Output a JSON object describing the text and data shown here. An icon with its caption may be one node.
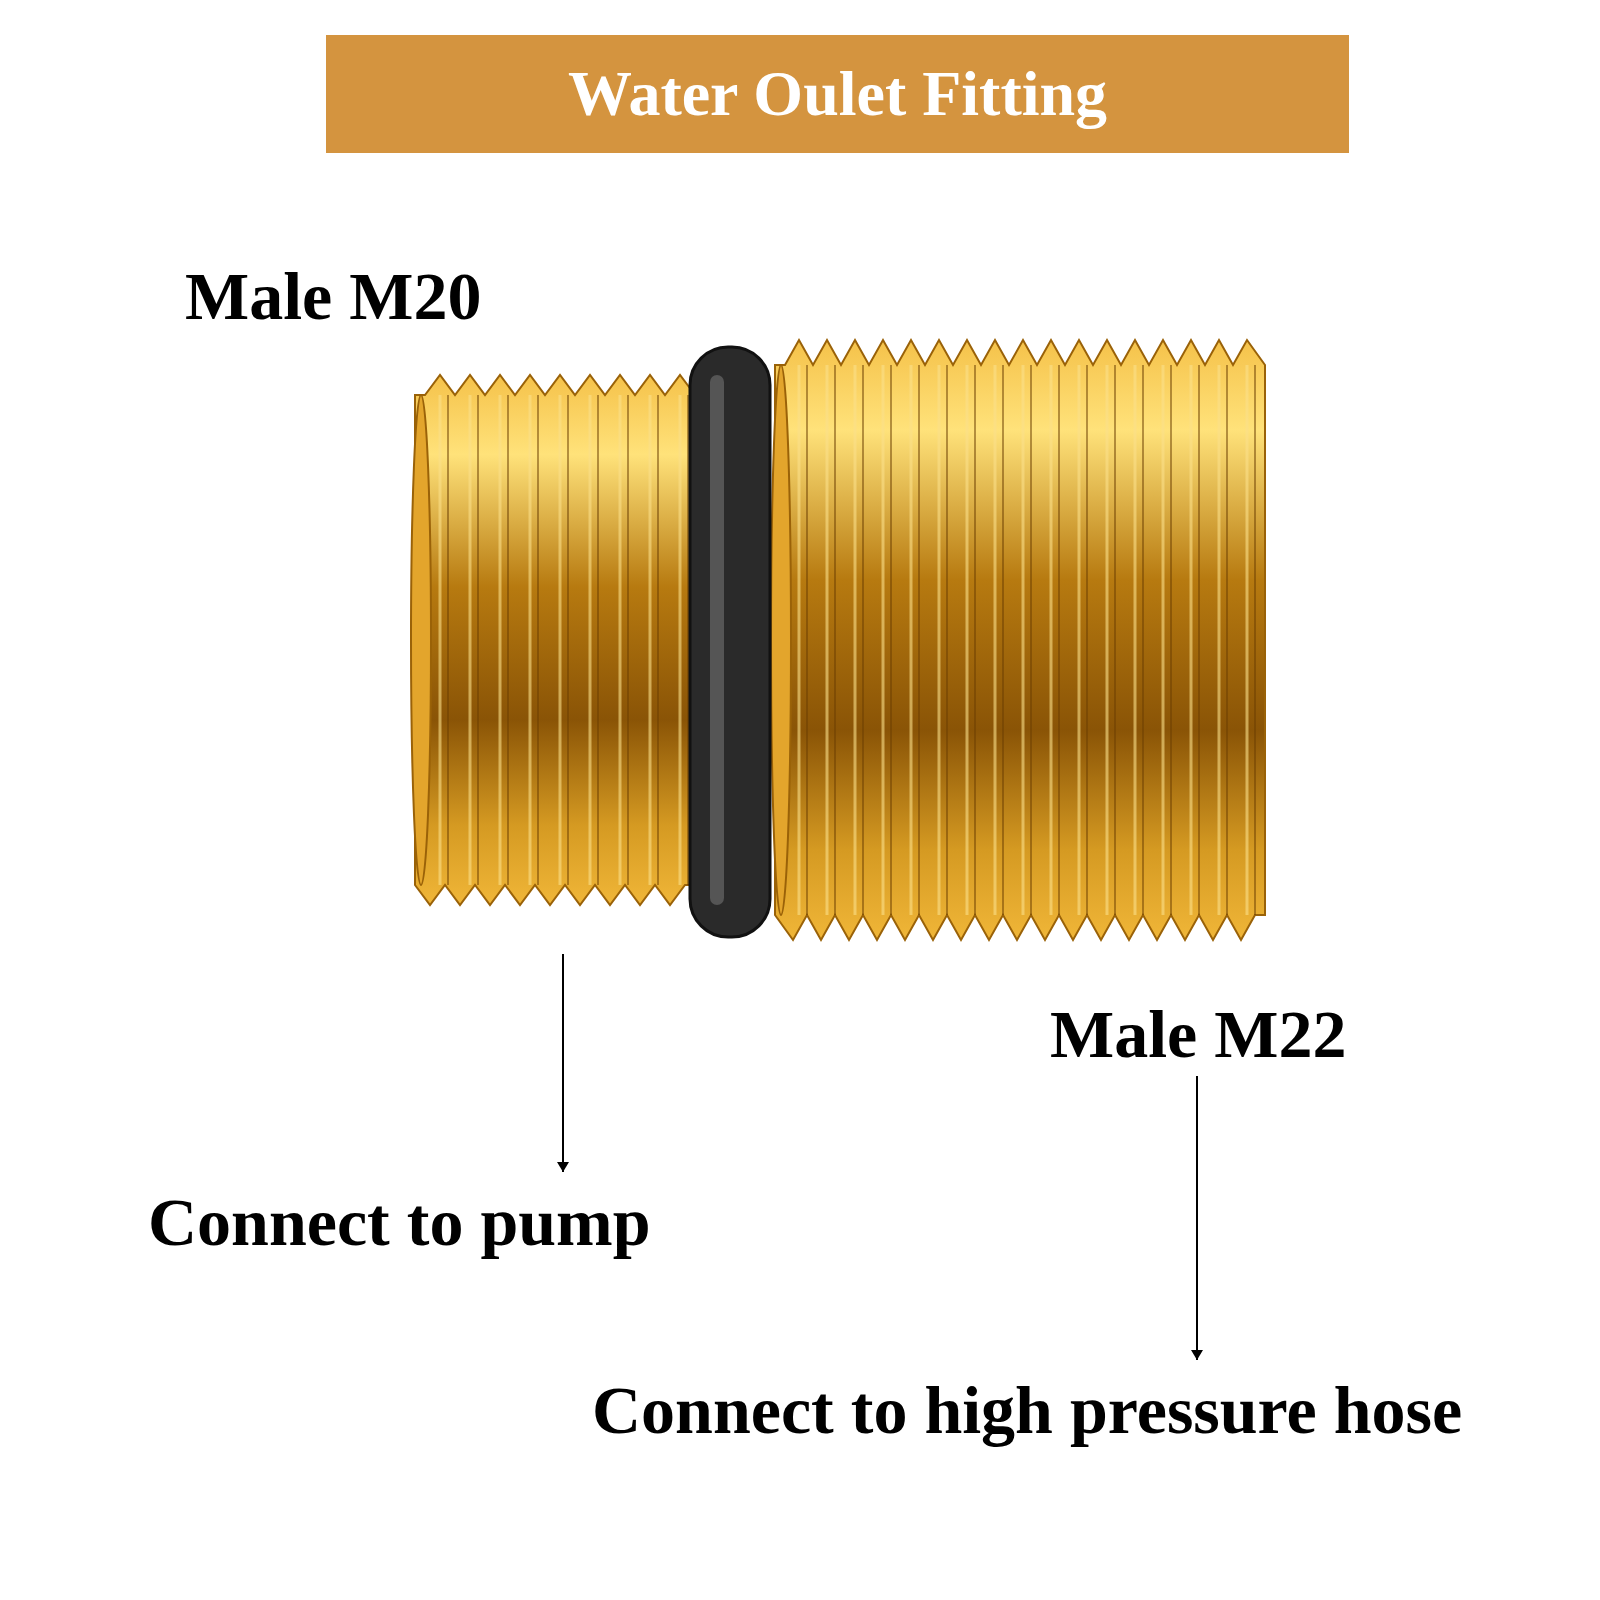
{
  "diagram": {
    "title": "Water Oulet Fitting",
    "nodes": [
      {
        "text": [
          "Male M20"
        ]
      },
      {
        "text": [],
        "shape": "picture"
      },
      {
        "text": [
          "Connect to pump"
        ]
      },
      {
        "text": [
          "Male M22"
        ]
      },
      {
        "text": [
          "Connect to high pressure hose"
        ]
      }
    ],
    "edges": [
      {
        "from": 1,
        "to": 2,
        "arrow": "to"
      },
      {
        "from": 3,
        "to": 4,
        "arrow": "to"
      }
    ]
  }
}
